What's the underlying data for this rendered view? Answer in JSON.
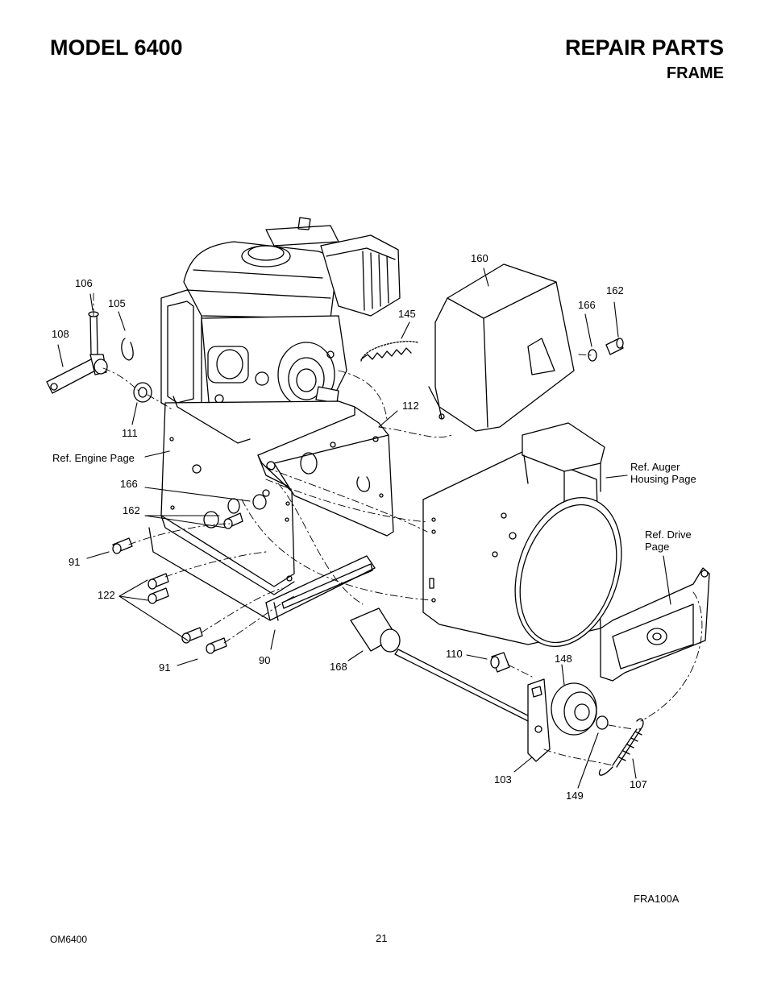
{
  "header": {
    "model": "MODEL 6400",
    "section": "REPAIR PARTS",
    "subsection": "FRAME"
  },
  "callouts": {
    "c106": "106",
    "c105": "105",
    "c108": "108",
    "c111": "111",
    "c145": "145",
    "c160": "160",
    "c166a": "166",
    "c162a": "162",
    "c112": "112",
    "c166b": "166",
    "c162b": "162",
    "c91a": "91",
    "c122": "122",
    "c91b": "91",
    "c90": "90",
    "c168": "168",
    "c110": "110",
    "c148": "148",
    "c103": "103",
    "c149": "149",
    "c107": "107"
  },
  "references": {
    "engine": "Ref. Engine Page",
    "auger_line1": "Ref. Auger",
    "auger_line2": "Housing Page",
    "drive_line1": "Ref. Drive",
    "drive_line2": "Page"
  },
  "figure_code": "FRA100A",
  "footer": {
    "doc_code": "OM6400",
    "page_number": "21"
  }
}
